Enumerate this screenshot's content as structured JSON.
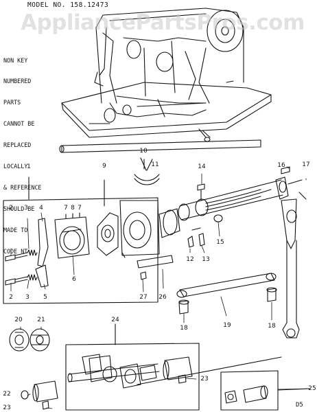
{
  "header": {
    "model_label": "MODEL NO. 158.12473",
    "watermark": "AppliancePartsPros.com"
  },
  "note": {
    "lines": [
      "NON KEY",
      "NUMBERED",
      "PARTS",
      "CANNOT BE",
      "REPLACED",
      "LOCALLY",
      "& REFERENCE",
      "SHOULD BE",
      "MADE TO",
      "CODE NT."
    ]
  },
  "page_code": "D5",
  "callouts": {
    "c1": "1",
    "c2a": "2",
    "c2b": "2",
    "c3a": "3",
    "c3b": "3",
    "c4": "4",
    "c5": "5",
    "c6": "6",
    "c7a": "7",
    "c8": "8",
    "c7b": "7",
    "c9": "9",
    "c10": "10",
    "c11": "11",
    "c12": "12",
    "c13": "13",
    "c14": "14",
    "c15": "15",
    "c16": "16",
    "c17": "17",
    "c18a": "18",
    "c18b": "18",
    "c19": "19",
    "c20": "20",
    "c21": "21",
    "c22": "22",
    "c23a": "23",
    "c23b": "23",
    "c24": "24",
    "c25": "25",
    "c26": "26",
    "c27": "27"
  }
}
